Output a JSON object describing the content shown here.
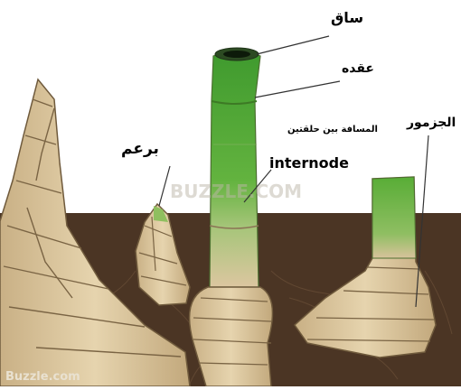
{
  "labels": {
    "saq": "ساق",
    "uqda": "عقده",
    "masafa": "المسافة بين حلقتين",
    "internode": "internode",
    "burum": "برعم",
    "jazmour": "الجزمور"
  },
  "watermark": {
    "corner": "Buzzle.com",
    "center": "BUZZLE.COM"
  },
  "colors": {
    "soil": "#4a3422",
    "stem_tan": "#d9c49b",
    "stem_green": "#4fa83a",
    "background": "#ffffff"
  }
}
